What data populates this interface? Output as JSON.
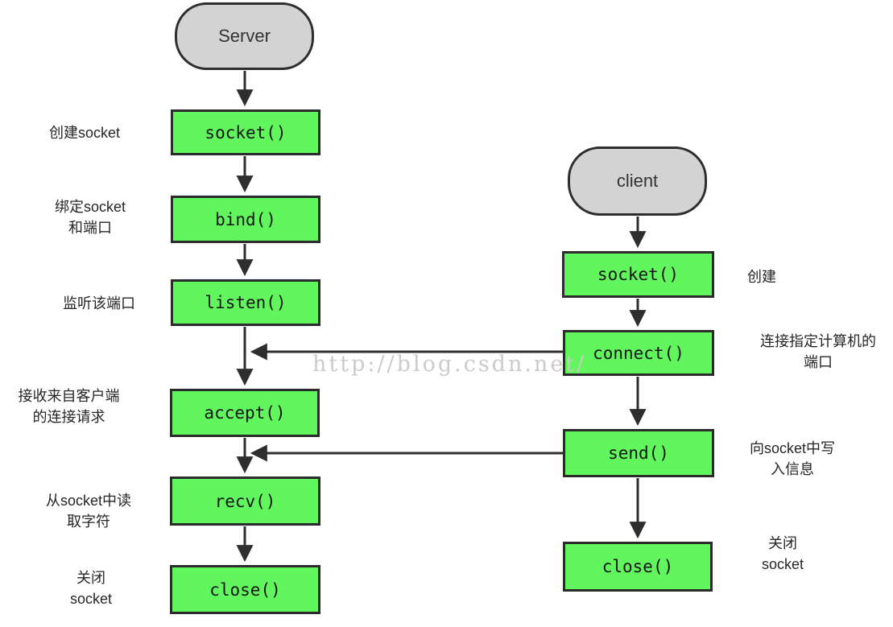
{
  "diagram": {
    "watermark": "http://blog.csdn.net/",
    "server": {
      "terminal": "Server",
      "steps": [
        {
          "fn": "socket()",
          "note": "创建socket"
        },
        {
          "fn": "bind()",
          "note": "绑定socket\n和端口"
        },
        {
          "fn": "listen()",
          "note": "监听该端口"
        },
        {
          "fn": "accept()",
          "note": "接收来自客户端\n的连接请求"
        },
        {
          "fn": "recv()",
          "note": "从socket中读\n取字符"
        },
        {
          "fn": "close()",
          "note": "关闭\nsocket"
        }
      ]
    },
    "client": {
      "terminal": "client",
      "steps": [
        {
          "fn": "socket()",
          "note": "创建"
        },
        {
          "fn": "connect()",
          "note": "连接指定计算机的\n端口"
        },
        {
          "fn": "send()",
          "note": "向socket中写\n入信息"
        },
        {
          "fn": "close()",
          "note": "关闭\nsocket"
        }
      ]
    },
    "colors": {
      "process_fill": "#62f65e",
      "terminal_fill": "#d3d3d3",
      "stroke": "#2b2b2b",
      "arrow": "#2e2e2e",
      "watermark_text": "#c8c8c8",
      "background": "#ffffff"
    }
  }
}
